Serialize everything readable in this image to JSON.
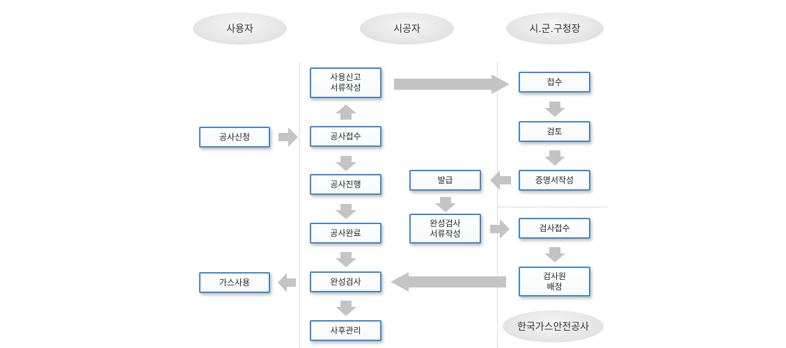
{
  "lanes": {
    "user": "사용자",
    "contractor": "시공자",
    "government": "시.군.구청장",
    "kgs": "한국가스안전공사"
  },
  "boxes": {
    "construction_request": "공사신청",
    "gas_use": "가스사용",
    "usage_report_docs": "사용신고\n서류작성",
    "construction_receipt": "공사접수",
    "construction_progress": "공사진행",
    "construction_complete": "공사완료",
    "completion_inspection": "완성검사",
    "after_management": "사후관리",
    "issuance": "발급",
    "completion_inspection_docs": "완성검사\n서류작성",
    "receipt": "접수",
    "review": "검토",
    "certificate_writing": "증명서작성",
    "inspection_receipt": "검사접수",
    "inspector_assignment": "검사원\n배정"
  },
  "colors": {
    "box_border": "#3f86c8",
    "arrow": "#c4c4c4",
    "lane_header": "#e4e4e4"
  }
}
